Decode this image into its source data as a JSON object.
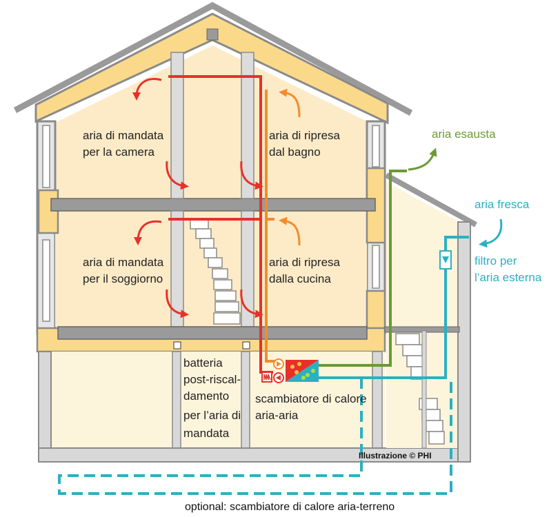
{
  "labels": {
    "supply_bedroom": [
      "aria di mandata",
      "per la camera"
    ],
    "extract_bathroom": [
      "aria di ripresa",
      "dal bagno"
    ],
    "supply_living": [
      "aria di mandata",
      "per il soggiorno"
    ],
    "extract_kitchen": [
      "aria di ripresa",
      "dalla cucina"
    ],
    "exhaust_air": "aria esausta",
    "fresh_air": "aria fresca",
    "outdoor_filter": [
      "filtro per",
      "l’aria esterna"
    ],
    "post_heater": [
      "batteria",
      "post-riscal-",
      "damento",
      "per l’aria di",
      "mandata"
    ],
    "heat_exchanger": [
      "scambiatore di calore",
      "aria-aria"
    ],
    "credit": "Illustrazione © PHI",
    "optional_ground": "optional: scambiatore di calore aria-terreno"
  },
  "colors": {
    "supply": "#e8302a",
    "extract": "#f28c2b",
    "exhaust": "#6a9a35",
    "fresh": "#2bb0c1",
    "interior": "#fdebc7",
    "insulation": "#fbd98a",
    "structure": "#9a9a9a"
  }
}
